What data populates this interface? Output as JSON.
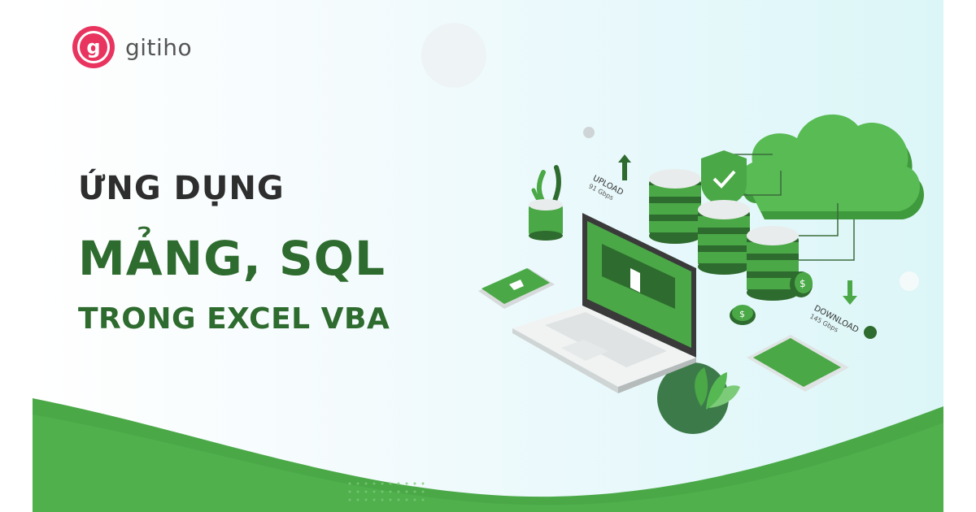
{
  "brand": {
    "name": "gitiho",
    "logo_letter": "g",
    "logo_color": "#e8345f"
  },
  "headline": {
    "line1": "ỨNG DỤNG",
    "line2": "MẢNG, SQL",
    "line3": "TRONG EXCEL VBA"
  },
  "illustration": {
    "upload_label": "UPLOAD",
    "upload_rate": "91 Gbps",
    "download_label": "DOWNLOAD",
    "download_rate": "145 Gbps"
  },
  "colors": {
    "primary_green": "#2e6b2e",
    "bright_green": "#4db349",
    "background_tint": "#e6f8fb"
  }
}
